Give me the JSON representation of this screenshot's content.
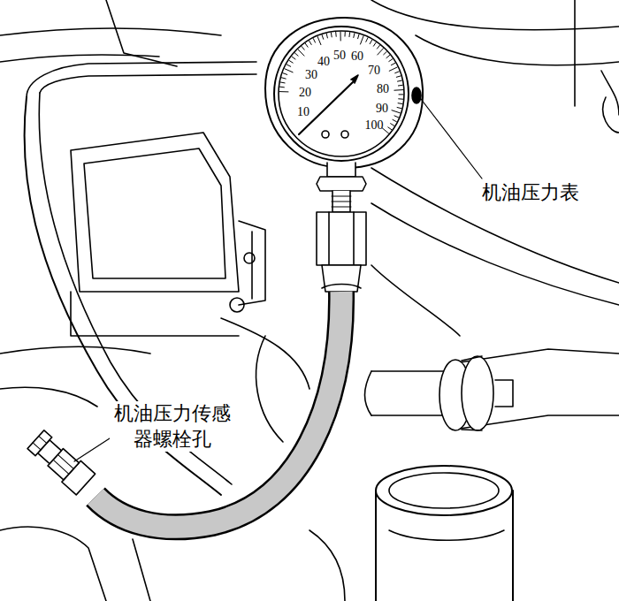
{
  "diagram": {
    "labels": [
      "10",
      "20",
      "30",
      "40",
      "50",
      "60",
      "70",
      "80",
      "90",
      "100",
      "机油压力表",
      "机油压力传感器螺栓孔"
    ]
  }
}
